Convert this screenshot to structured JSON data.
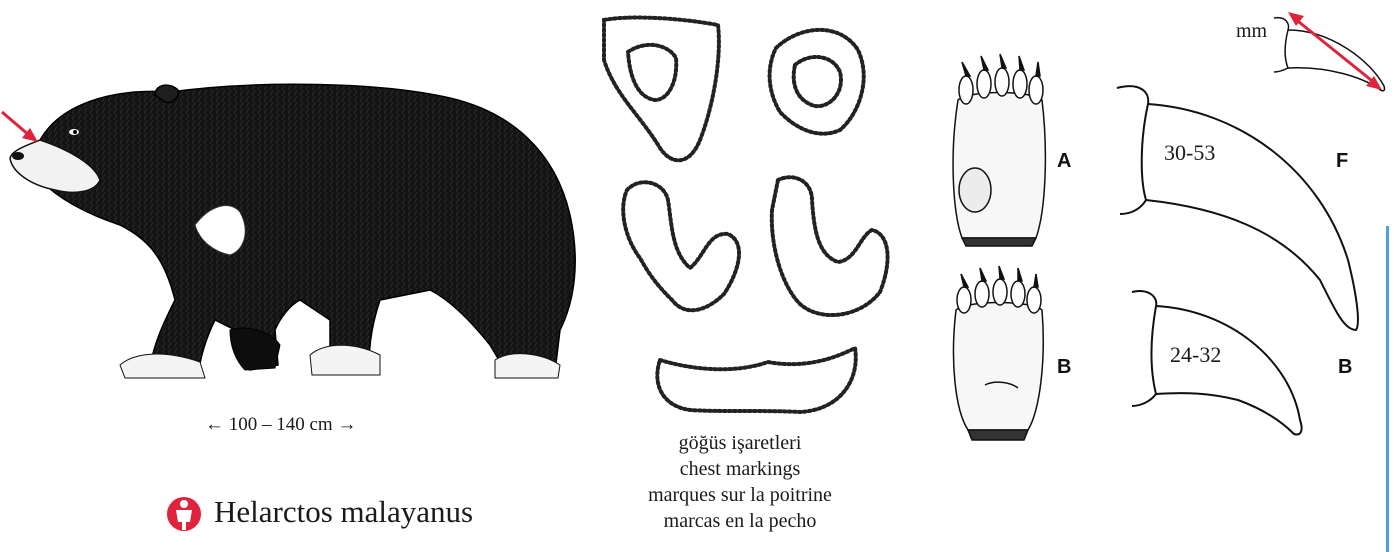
{
  "size": {
    "label": "← 100 – 140 cm →"
  },
  "species": {
    "name": "Helarctos malayanus",
    "status_icon": "endangered-person-icon"
  },
  "chest_markings": {
    "caption": [
      "göğüs işaretleri",
      "chest markings",
      "marques sur la poitrine",
      "marcas en la pecho"
    ]
  },
  "paws": {
    "front_label": "A",
    "hind_label": "B"
  },
  "claws": {
    "front_label": "F",
    "hind_label": "B",
    "front_range": "30-53",
    "hind_range": "24-32",
    "unit": "mm"
  },
  "colors": {
    "accent_red": "#e0233d",
    "edge_line": "#4da3d9"
  }
}
